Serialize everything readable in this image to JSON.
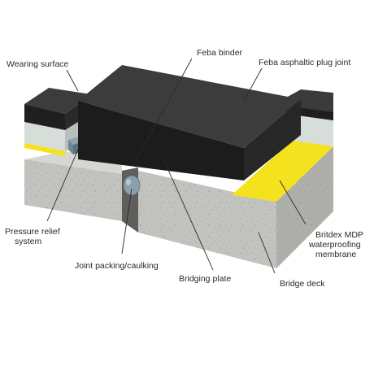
{
  "labels": {
    "wearing_surface": "Wearing surface",
    "feba_binder": "Feba binder",
    "feba_asphaltic_plug_joint": "Feba asphaltic plug joint",
    "pressure_relief_line1": "Pressure relief",
    "pressure_relief_line2": "system",
    "britdex_line1": "Britdex MDP",
    "britdex_line2": "waterproofing",
    "britdex_line3": "membrane",
    "joint_packing": "Joint packing/caulking",
    "bridging_plate": "Bridging plate",
    "bridge_deck": "Bridge deck"
  },
  "colors": {
    "asphalt_top": "#3c3c3c",
    "asphalt_front": "#1f1f1f",
    "asphalt_side": "#2a2a2a",
    "concrete_top": "#d6d6d3",
    "concrete_front": "#c2c2bf",
    "concrete_side": "#aeaeab",
    "screed": "#d7ddd9",
    "membrane": "#f3e21d",
    "plate": "#8d9194",
    "packing": "#8da1ad",
    "relief_box": "#6e8592"
  }
}
